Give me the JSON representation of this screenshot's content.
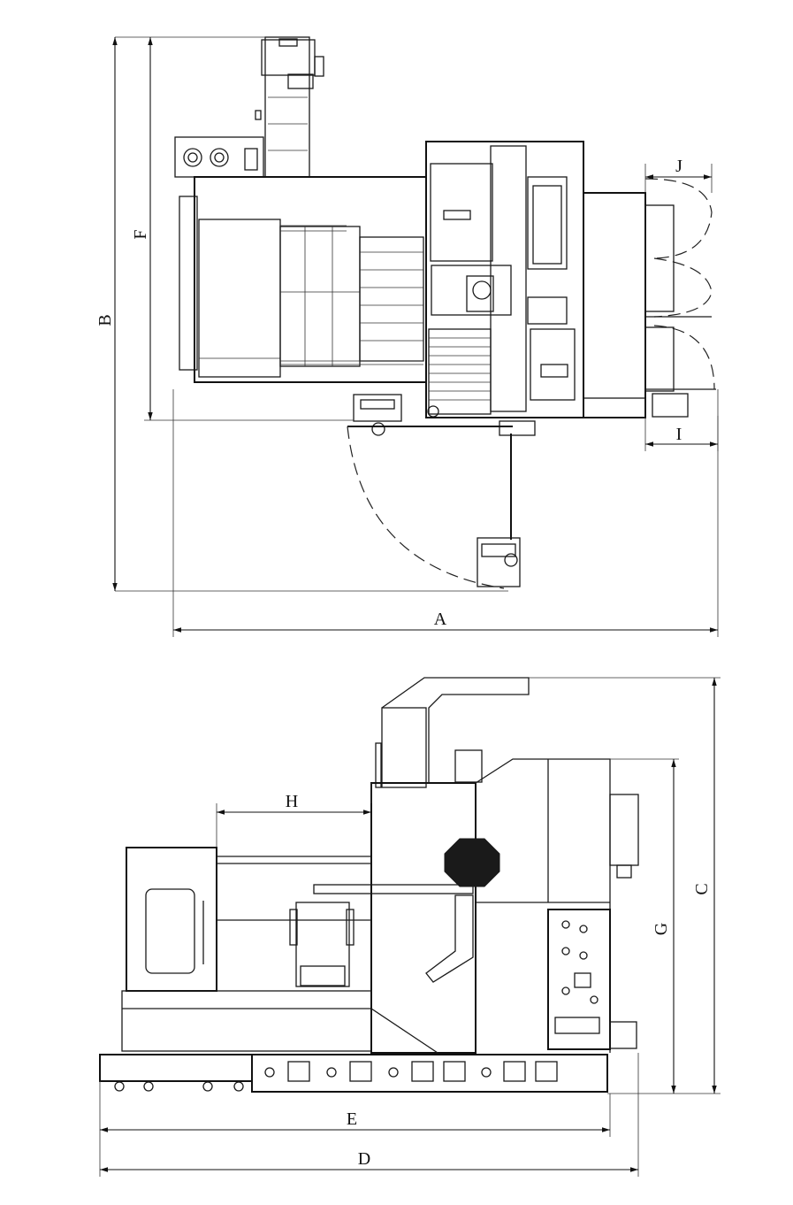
{
  "dimension_labels": {
    "A": "A",
    "B": "B",
    "C": "C",
    "D": "D",
    "E": "E",
    "F": "F",
    "G": "G",
    "H": "H",
    "I": "I",
    "J": "J"
  }
}
